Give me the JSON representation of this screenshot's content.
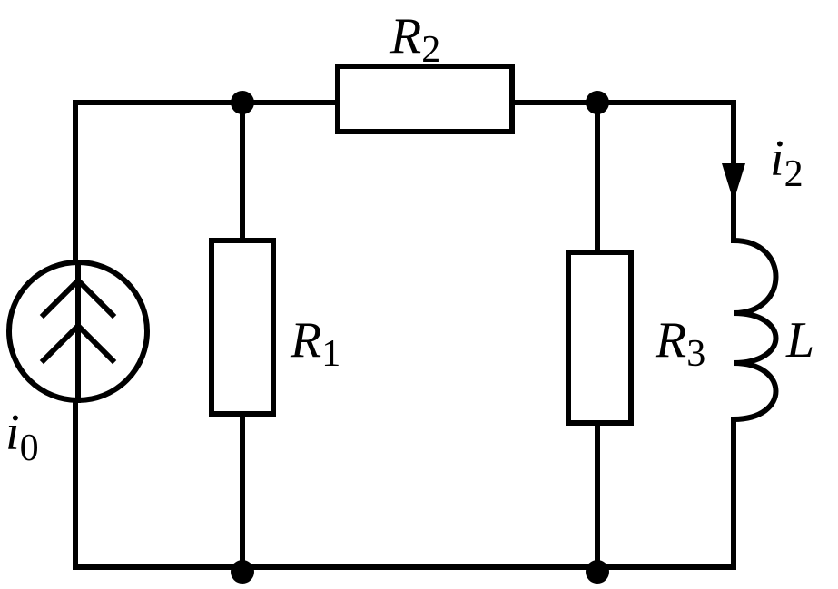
{
  "circuit": {
    "labels": {
      "r1": {
        "main": "R",
        "sub": "1"
      },
      "r2": {
        "main": "R",
        "sub": "2"
      },
      "r3": {
        "main": "R",
        "sub": "3"
      },
      "l": {
        "main": "L"
      },
      "i0": {
        "main": "i",
        "sub": "0"
      },
      "i2": {
        "main": "i",
        "sub": "2"
      }
    },
    "colors": {
      "stroke": "#000000",
      "background": "#ffffff"
    }
  }
}
